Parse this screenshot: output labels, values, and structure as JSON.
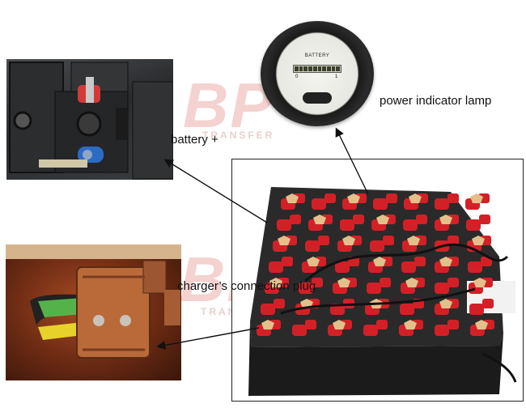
{
  "labels": {
    "power_indicator": "power indicator lamp",
    "battery_plus": "battery +",
    "charger_plug": "charger’s connection plug"
  },
  "gauge": {
    "title": "BATTERY",
    "scale_empty": "0",
    "scale_full": "1"
  },
  "watermark": {
    "brand": "BP",
    "tagline": "TRANSFER"
  },
  "icons": [
    "battery-gauge-icon",
    "arrow-icon"
  ],
  "colors": {
    "cell_cap": "#d32027",
    "connector_tan": "#e3c08a",
    "frame": "#222222",
    "watermark": "#f4d2cf"
  }
}
